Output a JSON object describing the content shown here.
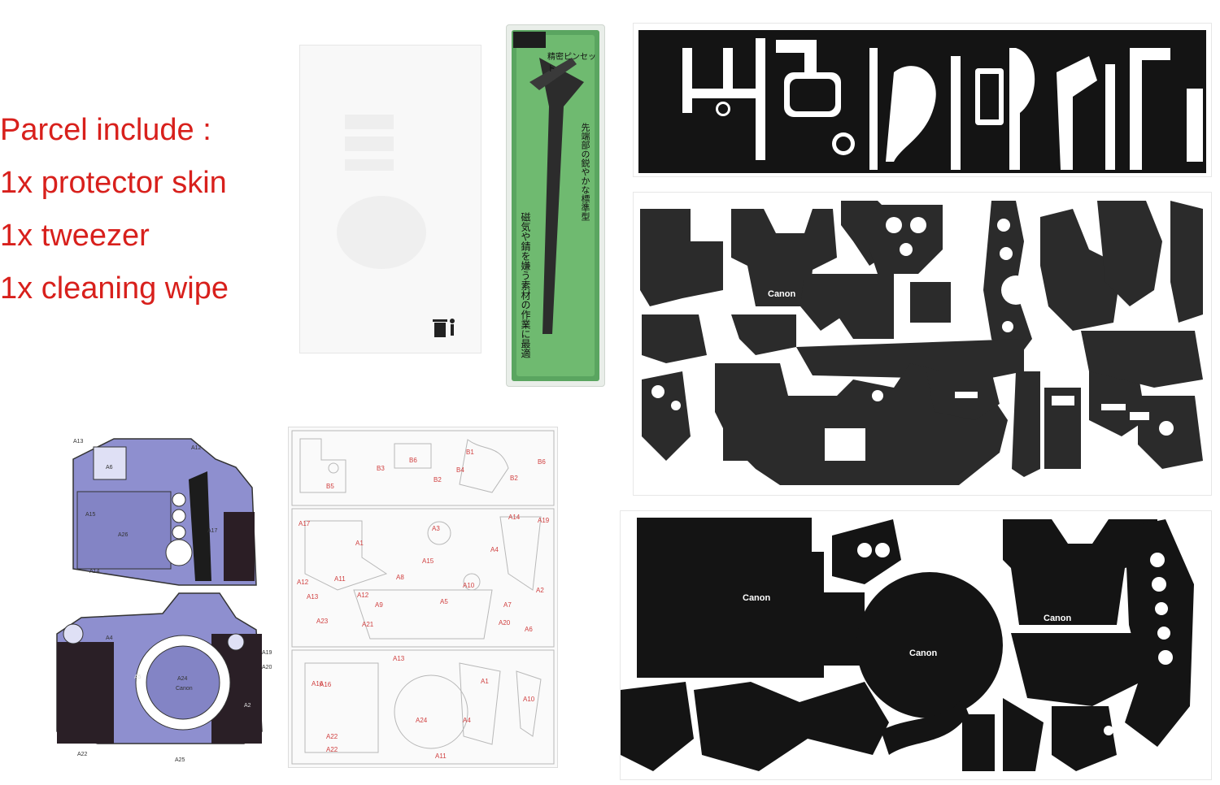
{
  "parcel": {
    "color": "#d8201c",
    "lines": [
      "Parcel include :",
      "1x protector skin",
      "1x tweezer",
      "1x cleaning wipe"
    ]
  },
  "tweezer_package": {
    "lines": [
      "精密ピンセット",
      "先端部の鋭やかな標準型",
      "磁気や錆を嫌う素材の作業に最適"
    ]
  },
  "brand_mark": "Canon",
  "diagram_labels": {
    "camera_back": [
      "A13",
      "A12",
      "A6",
      "A15",
      "A26",
      "A17",
      "A14"
    ],
    "camera_front": [
      "A4",
      "A19",
      "A20",
      "A24",
      "Canon",
      "A5",
      "A2",
      "A22",
      "A25"
    ],
    "sheet_b": [
      "B1",
      "B3",
      "B6",
      "B4",
      "B6",
      "B5",
      "B2",
      "B2"
    ],
    "sheet_a": [
      "A17",
      "A3",
      "A14",
      "A19",
      "A1",
      "A4",
      "A15",
      "A12",
      "A11",
      "A8",
      "A10",
      "A2",
      "A13",
      "A12",
      "A9",
      "A5",
      "A7",
      "A23",
      "A21",
      "A16",
      "A20",
      "A6"
    ],
    "sheet_c": [
      "A13",
      "A16",
      "A1",
      "A10",
      "A24",
      "A4",
      "A22",
      "A22",
      "A11"
    ]
  },
  "colors": {
    "skin": "#141414",
    "diagram_body": "#8e8fcf",
    "diagram_line": "#c85050"
  }
}
